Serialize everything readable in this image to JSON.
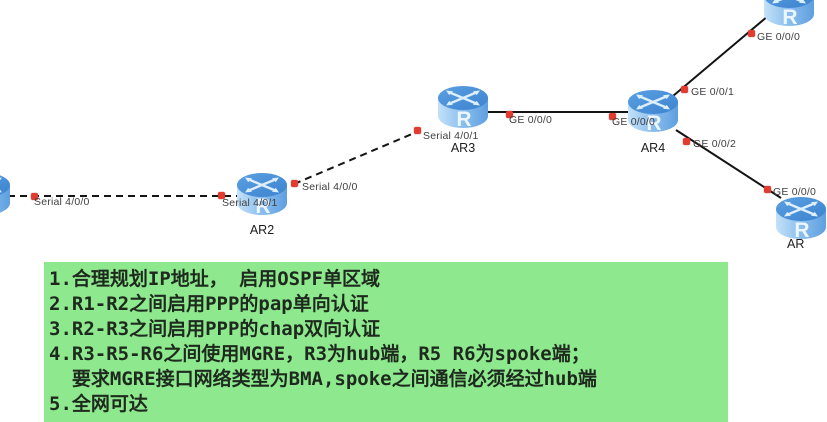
{
  "colors": {
    "note_background": "#8ee88e",
    "note_text": "#1e2a1e",
    "router_body_blue": "#5e9fe0",
    "router_top_blue": "#3c83cf",
    "link_line": "#141414",
    "endpoint_dot_red": "#e23b30",
    "port_label_text": "#3f3f3f"
  },
  "notes": {
    "lines": [
      "1.合理规划IP地址， 启用OSPF单区域",
      "2.R1-R2之间启用PPP的pap单向认证",
      "3.R2-R3之间启用PPP的chap双向认证",
      "4.R3-R5-R6之间使用MGRE，R3为hub端，R5 R6为spoke端；",
      "  要求MGRE接口网络类型为BMA,spoke之间通信必须经过hub端",
      "5.全网可达"
    ]
  },
  "topology": {
    "nodes": [
      {
        "id": "left-edge-router",
        "name": ""
      },
      {
        "id": "ar2",
        "name": "AR2"
      },
      {
        "id": "ar3",
        "name": "AR3"
      },
      {
        "id": "ar4",
        "name": "AR4"
      },
      {
        "id": "top-right-router",
        "name": ""
      },
      {
        "id": "bottom-right-router",
        "name": "AR"
      }
    ],
    "ports": [
      {
        "label": "Serial 4/0/0"
      },
      {
        "label": "Serial 4/0/1"
      },
      {
        "label": "Serial 4/0/0"
      },
      {
        "label": "Serial 4/0/1"
      },
      {
        "label": "GE 0/0/0"
      },
      {
        "label": "GE 0/0/0"
      },
      {
        "label": "GE 0/0/1"
      },
      {
        "label": "GE 0/0/2"
      },
      {
        "label": "GE 0/0/0"
      },
      {
        "label": "GE 0/0/0"
      }
    ],
    "links": [
      {
        "style": "dashed",
        "type": "serial"
      },
      {
        "style": "dashed",
        "type": "serial"
      },
      {
        "style": "solid",
        "type": "ethernet"
      },
      {
        "style": "solid",
        "type": "ethernet"
      },
      {
        "style": "solid",
        "type": "ethernet"
      }
    ]
  }
}
